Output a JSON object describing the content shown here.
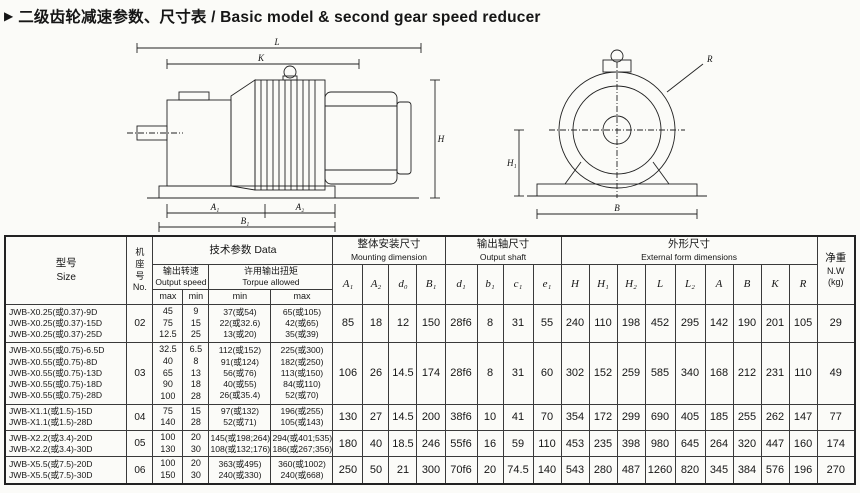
{
  "page": {
    "marker_icon": "▶",
    "title": "二级齿轮减速参数、尺寸表 / Basic model & second gear speed reducer"
  },
  "drawings": {
    "side": {
      "labels": {
        "L": "L",
        "K": "K",
        "A1": "A₁",
        "A2": "A₂",
        "B1": "B₁",
        "H": "H"
      }
    },
    "front": {
      "labels": {
        "R": "R",
        "B": "B",
        "H1": "H₁"
      }
    }
  },
  "table": {
    "headers": {
      "size": [
        "型号",
        "Size"
      ],
      "frame": [
        "机",
        "座",
        "号",
        "No."
      ],
      "data_group": "技术参数 Data",
      "speed_group": [
        "输出转速",
        "Output speed"
      ],
      "torque_group": [
        "许用输出扭矩",
        "Torpue allowed"
      ],
      "speed_max": "max",
      "speed_min": "min",
      "torque_min": "min",
      "torque_max": "max",
      "mounting_group": [
        "整体安装尺寸",
        "Mounting dimension"
      ],
      "mounting_cols": [
        "A₁",
        "A₂",
        "d₀",
        "B₁"
      ],
      "shaft_group": [
        "输出轴尺寸",
        "Output shaft"
      ],
      "shaft_cols": [
        "d₁",
        "b₁",
        "c₁",
        "e₁"
      ],
      "external_group": [
        "外形尺寸",
        "External form dimensions"
      ],
      "external_cols": [
        "H",
        "H₁",
        "H₂",
        "L",
        "L₂",
        "A",
        "B",
        "K",
        "R"
      ],
      "nw": [
        "净重",
        "N.W",
        "(kg)"
      ]
    },
    "rows": [
      {
        "models": [
          "JWB-X0.25(或0.37)-9D",
          "JWB-X0.25(或0.37)-15D",
          "JWB-X0.25(或0.37)-25D"
        ],
        "no": "02",
        "speed_max": [
          "45",
          "75",
          "12.5"
        ],
        "speed_min": [
          "9",
          "15",
          "25"
        ],
        "torque_min": [
          "37(或54)",
          "22(或32.6)",
          "13(或20)"
        ],
        "torque_max": [
          "65(或105)",
          "42(或65)",
          "35(或39)"
        ],
        "mounting": [
          "85",
          "18",
          "12",
          "150"
        ],
        "shaft": [
          "28f6",
          "8",
          "31",
          "55"
        ],
        "external": [
          "240",
          "110",
          "198",
          "452",
          "295",
          "142",
          "190",
          "201",
          "105"
        ],
        "nw": "29"
      },
      {
        "models": [
          "JWB-X0.55(或0.75)-6.5D",
          "JWB-X0.55(或0.75)-8D",
          "JWB-X0.55(或0.75)-13D",
          "JWB-X0.55(或0.75)-18D",
          "JWB-X0.55(或0.75)-28D"
        ],
        "no": "03",
        "speed_max": [
          "32.5",
          "40",
          "65",
          "90",
          "100"
        ],
        "speed_min": [
          "6.5",
          "8",
          "13",
          "18",
          "28"
        ],
        "torque_min": [
          "112(或152)",
          "91(或124)",
          "56(或76)",
          "40(或55)",
          "26(或35.4)"
        ],
        "torque_max": [
          "225(或300)",
          "182(或250)",
          "113(或150)",
          "84(或110)",
          "52(或70)"
        ],
        "mounting": [
          "106",
          "26",
          "14.5",
          "174"
        ],
        "shaft": [
          "28f6",
          "8",
          "31",
          "60"
        ],
        "external": [
          "302",
          "152",
          "259",
          "585",
          "340",
          "168",
          "212",
          "231",
          "110"
        ],
        "nw": "49"
      },
      {
        "models": [
          "JWB-X1.1(或1.5)-15D",
          "JWB-X1.1(或1.5)-28D"
        ],
        "no": "04",
        "speed_max": [
          "75",
          "140"
        ],
        "speed_min": [
          "15",
          "28"
        ],
        "torque_min": [
          "97(或132)",
          "52(或71)"
        ],
        "torque_max": [
          "196(或255)",
          "105(或143)"
        ],
        "mounting": [
          "130",
          "27",
          "14.5",
          "200"
        ],
        "shaft": [
          "38f6",
          "10",
          "41",
          "70"
        ],
        "external": [
          "354",
          "172",
          "299",
          "690",
          "405",
          "185",
          "255",
          "262",
          "147"
        ],
        "nw": "77"
      },
      {
        "models": [
          "JWB-X2.2(或3.4)-20D",
          "JWB-X2.2(或3.4)-30D"
        ],
        "no": "05",
        "speed_max": [
          "100",
          "130"
        ],
        "speed_min": [
          "20",
          "30"
        ],
        "torque_min": [
          "145(或198;264)",
          "108(或132;176)"
        ],
        "torque_max": [
          "294(或401;535)",
          "186(或267;356)"
        ],
        "mounting": [
          "180",
          "40",
          "18.5",
          "246"
        ],
        "shaft": [
          "55f6",
          "16",
          "59",
          "110"
        ],
        "external": [
          "453",
          "235",
          "398",
          "980",
          "645",
          "264",
          "320",
          "447",
          "160"
        ],
        "nw": "174"
      },
      {
        "models": [
          "JWB-X5.5(或7.5)-20D",
          "JWB-X5.5(或7.5)-30D"
        ],
        "no": "06",
        "speed_max": [
          "100",
          "150"
        ],
        "speed_min": [
          "20",
          "30"
        ],
        "torque_min": [
          "363(或495)",
          "240(或330)"
        ],
        "torque_max": [
          "360(或1002)",
          "240(或668)"
        ],
        "mounting": [
          "250",
          "50",
          "21",
          "300"
        ],
        "shaft": [
          "70f6",
          "20",
          "74.5",
          "140"
        ],
        "external": [
          "543",
          "280",
          "487",
          "1260",
          "820",
          "345",
          "384",
          "576",
          "196"
        ],
        "nw": "270"
      }
    ]
  }
}
